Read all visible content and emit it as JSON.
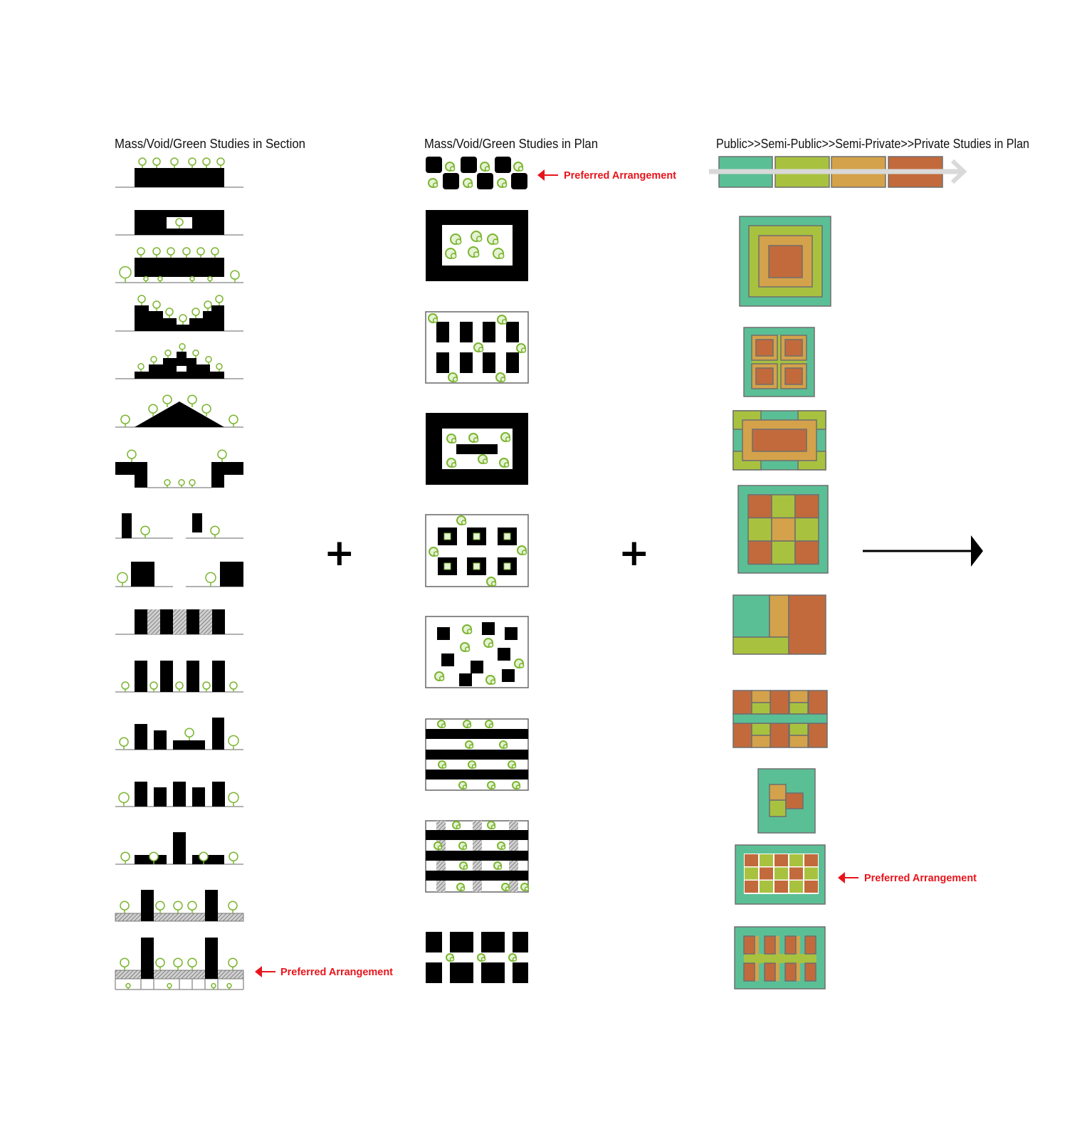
{
  "headings": {
    "section": "Mass/Void/Green Studies in Section",
    "plan": "Mass/Void/Green Studies in Plan",
    "zoning": "Public>>Semi-Public>>Semi-Private>>Private Studies in Plan"
  },
  "annotations": {
    "preferred_plan": "Preferred Arrangement",
    "preferred_zoning": "Preferred Arrangement",
    "preferred_section": "Preferred Arrangement"
  },
  "operators": {
    "plus_1": "+",
    "plus_2": "+"
  },
  "colors": {
    "public": "#5bbf95",
    "semi_public": "#a8c23f",
    "semi_private": "#d4a24a",
    "private": "#c26a3c",
    "mass": "#000000",
    "green": "#7ab52e",
    "annotation": "#e8141b",
    "legend_arrow": "#d9d9d9"
  }
}
